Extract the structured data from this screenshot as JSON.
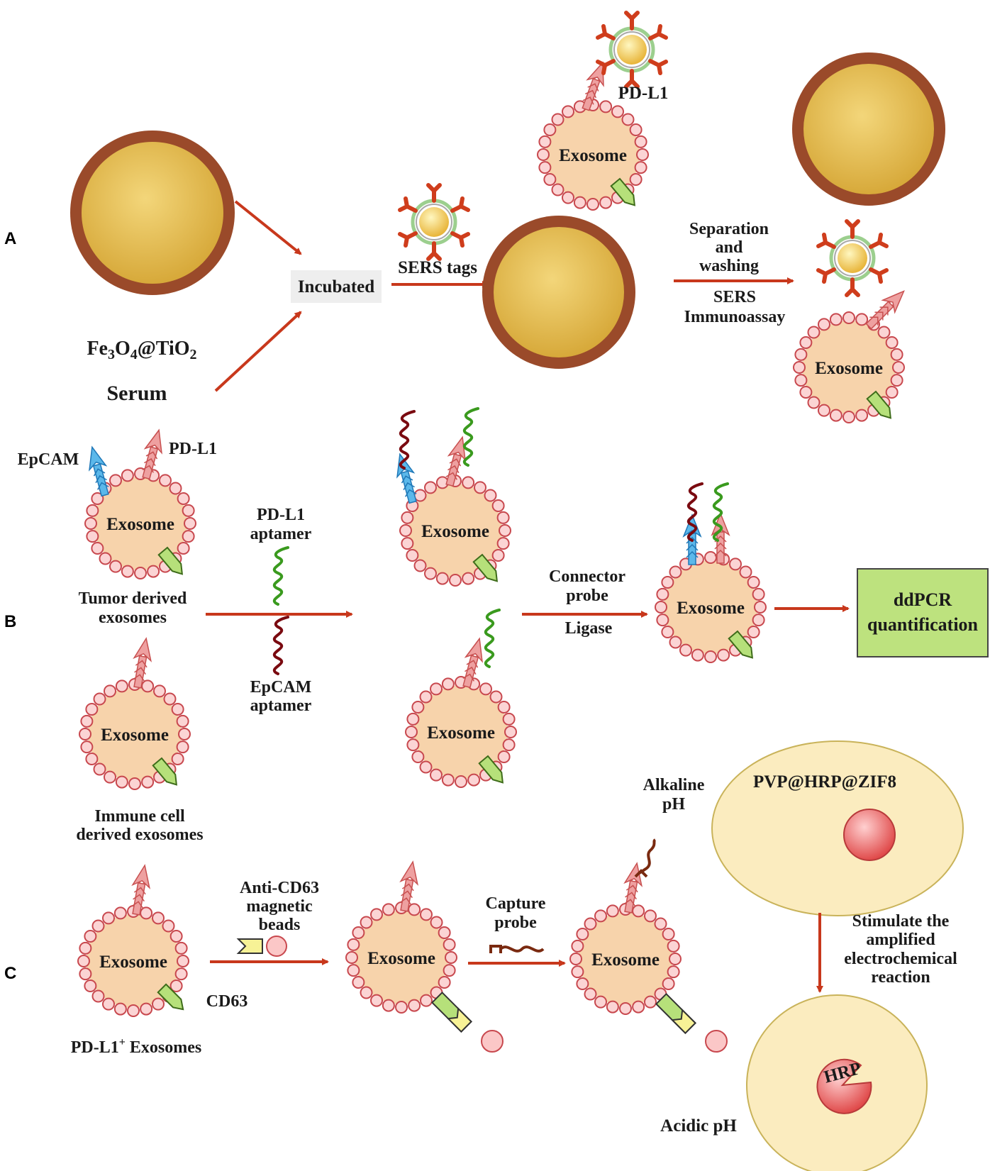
{
  "panels": {
    "a": "A",
    "b": "B",
    "c": "C"
  },
  "panel_a": {
    "particle_label": "Fe3O4@TiO2",
    "serum_label": "Serum",
    "incubated_label": "Incubated",
    "sers_tags_label": "SERS tags",
    "exosome_label": "Exosome",
    "pdl1_label": "PD-L1",
    "separation_line1": "Separation",
    "separation_line2": "and",
    "separation_line3": "washing",
    "sers_line1": "SERS",
    "sers_line2": "Immunoassay"
  },
  "panel_b": {
    "exosome_label": "Exosome",
    "epcam_label": "EpCAM",
    "pdl1_label": "PD-L1",
    "tumor_line1": "Tumor derived",
    "tumor_line2": "exosomes",
    "immune_line1": "Immune cell",
    "immune_line2": "derived exosomes",
    "pdl1_aptamer_line1": "PD-L1",
    "pdl1_aptamer_line2": "aptamer",
    "epcam_aptamer_line1": "EpCAM",
    "epcam_aptamer_line2": "aptamer",
    "connector_line1": "Connector",
    "connector_line2": "probe",
    "ligase_label": "Ligase",
    "ddpcr_line1": "ddPCR",
    "ddpcr_line2": "quantification"
  },
  "panel_c": {
    "exosome_label": "Exosome",
    "cd63_label": "CD63",
    "pdl1_exosomes_label": "PD-L1+ Exosomes",
    "beads_line1": "Anti-CD63",
    "beads_line2": "magnetic",
    "beads_line3": "beads",
    "capture_line1": "Capture",
    "capture_line2": "probe",
    "alkaline_line1": "Alkaline",
    "alkaline_line2": "pH",
    "zif8_label": "PVP@HRP@ZIF8",
    "stimulate_line1": "Stimulate the",
    "stimulate_line2": "amplified",
    "stimulate_line3": "electrochemical",
    "stimulate_line4": "reaction",
    "hrp_label": "HRP",
    "acidic_label": "Acidic pH"
  },
  "colors": {
    "arrow": "#c8381c",
    "shell_brown": "#9a4a2a",
    "core_gold": "#e2b84a",
    "exosome_fill": "#f7d3ab",
    "bead_fill": "#fbd4d4",
    "bead_stroke": "#c8484e",
    "pdl1_pink": "#e98888",
    "epcam_blue": "#3ba0dd",
    "aptamer_green": "#3a9a1e",
    "aptamer_maroon": "#7a0a10",
    "cd63_green": "#b6e07a",
    "ddpcr_box": "#bde27e",
    "zif8_fill": "#fbecbf",
    "hrp_red": "#e76a6a",
    "antibody_red": "#cf3d1c",
    "magnetic_yellow": "#f7f296"
  }
}
